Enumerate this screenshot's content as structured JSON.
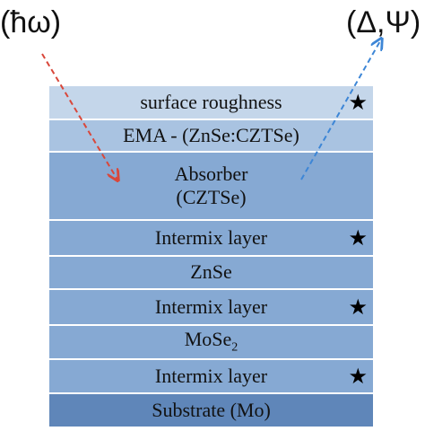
{
  "labels": {
    "incident": "(ħω)",
    "measured": "(Δ,Ψ)"
  },
  "star_glyph": "★",
  "layers": [
    {
      "label": "surface roughness",
      "color": "#c4d6ea",
      "star": true
    },
    {
      "label": "EMA - (ZnSe:CZTSe)",
      "color": "#a9c3e1",
      "star": false
    },
    {
      "label": "Absorber\n(CZTSe)",
      "color": "#86a9d3",
      "star": false
    },
    {
      "label": "Intermix layer",
      "color": "#86a9d3",
      "star": true
    },
    {
      "label": "ZnSe",
      "color": "#86a9d3",
      "star": false
    },
    {
      "label": "Intermix layer",
      "color": "#86a9d3",
      "star": true
    },
    {
      "label": "MoSe",
      "subscript": "2",
      "color": "#86a9d3",
      "star": false
    },
    {
      "label": "Intermix layer",
      "color": "#86a9d3",
      "star": true
    },
    {
      "label": "Substrate (Mo)",
      "color": "#5f86b9",
      "star": false
    }
  ],
  "colors": {
    "incident_arrow": "#d9473a",
    "measured_arrow": "#3d86d6"
  }
}
